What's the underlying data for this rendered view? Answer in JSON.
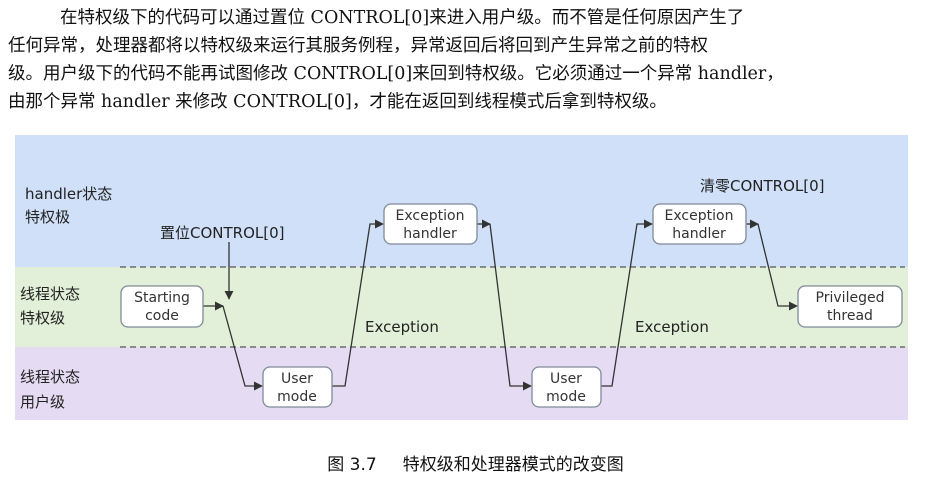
{
  "paragraph": {
    "line1": "在特权级下的代码可以通过置位 CONTROL[0]来进入用户级。而不管是任何原因产生了",
    "line2": "任何异常，处理器都将以特权级来运行其服务例程，异常返回后将回到产生异常之前的特权",
    "line3": "级。用户级下的代码不能再试图修改 CONTROL[0]来回到特权级。它必须通过一个异常 handler，",
    "line4": "由那个异常 handler 来修改 CONTROL[0]，才能在返回到线程模式后拿到特权级。"
  },
  "diagram": {
    "bands": {
      "handler": {
        "line1": "handler状态",
        "line2": "特权极",
        "color": "#cfe0f8"
      },
      "thread_priv": {
        "line1": "线程状态",
        "line2": "特权级",
        "color": "#e2f0d9"
      },
      "thread_user": {
        "line1": "线程状态",
        "line2": "用户级",
        "color": "#e5dcf3"
      }
    },
    "nodes": {
      "starting": {
        "line1": "Starting",
        "line2": "code"
      },
      "user1": {
        "line1": "User",
        "line2": "mode"
      },
      "exc1": {
        "line1": "Exception",
        "line2": "handler"
      },
      "user2": {
        "line1": "User",
        "line2": "mode"
      },
      "exc2": {
        "line1": "Exception",
        "line2": "handler"
      },
      "privileged": {
        "line1": "Privileged",
        "line2": "thread"
      }
    },
    "annotations": {
      "set_control": "置位CONTROL[0]",
      "clear_control": "清零CONTROL[0]",
      "exception1": "Exception",
      "exception2": "Exception"
    },
    "colors": {
      "node_fill": "#ffffff",
      "node_stroke": "#7f8a99",
      "arrow": "#333333",
      "divider": "#555555"
    }
  },
  "caption": {
    "number": "图 3.7",
    "title": "特权级和处理器模式的改变图"
  }
}
